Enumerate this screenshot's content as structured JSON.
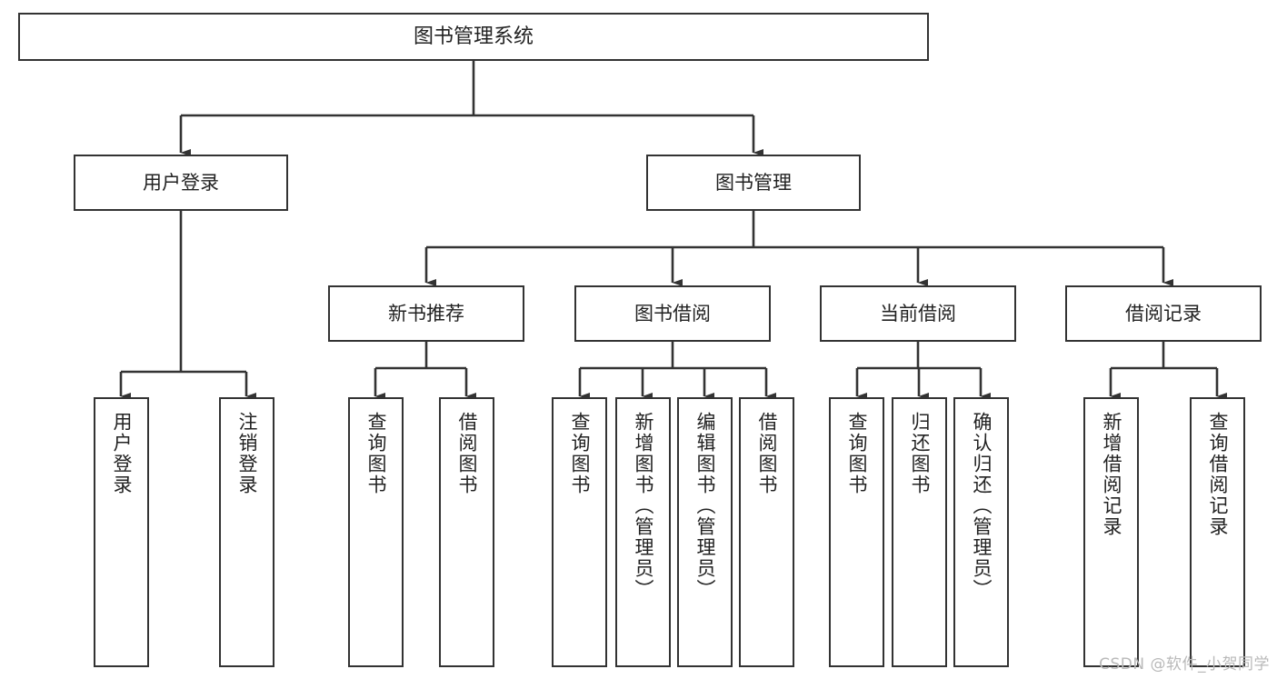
{
  "diagram": {
    "title": "图书管理系统",
    "type": "tree-hierarchy-chart",
    "watermark": "CSDN @软件_小贺同学",
    "colors": {
      "node_border": "#333333",
      "node_fill": "#ffffff",
      "edge": "#333333",
      "text": "#222222",
      "watermark": "#b9b9b9",
      "background": "#ffffff"
    },
    "root": {
      "label": "图书管理系统"
    },
    "level1": [
      {
        "label": "用户登录"
      },
      {
        "label": "图书管理"
      }
    ],
    "level2": [
      {
        "label": "新书推荐"
      },
      {
        "label": "图书借阅"
      },
      {
        "label": "当前借阅"
      },
      {
        "label": "借阅记录"
      }
    ],
    "leaves": {
      "user_login": [
        {
          "label": "用户登录"
        },
        {
          "label": "注销登录"
        }
      ],
      "new_book_recommend": [
        {
          "label": "查询图书"
        },
        {
          "label": "借阅图书"
        }
      ],
      "book_borrow": [
        {
          "label": "查询图书"
        },
        {
          "label": "新增图书（管理员）"
        },
        {
          "label": "编辑图书（管理员）"
        },
        {
          "label": "借阅图书"
        }
      ],
      "current_borrow": [
        {
          "label": "查询图书"
        },
        {
          "label": "归还图书"
        },
        {
          "label": "确认归还（管理员）"
        }
      ],
      "borrow_record": [
        {
          "label": "新增借阅记录"
        },
        {
          "label": "查询借阅记录"
        }
      ]
    }
  }
}
